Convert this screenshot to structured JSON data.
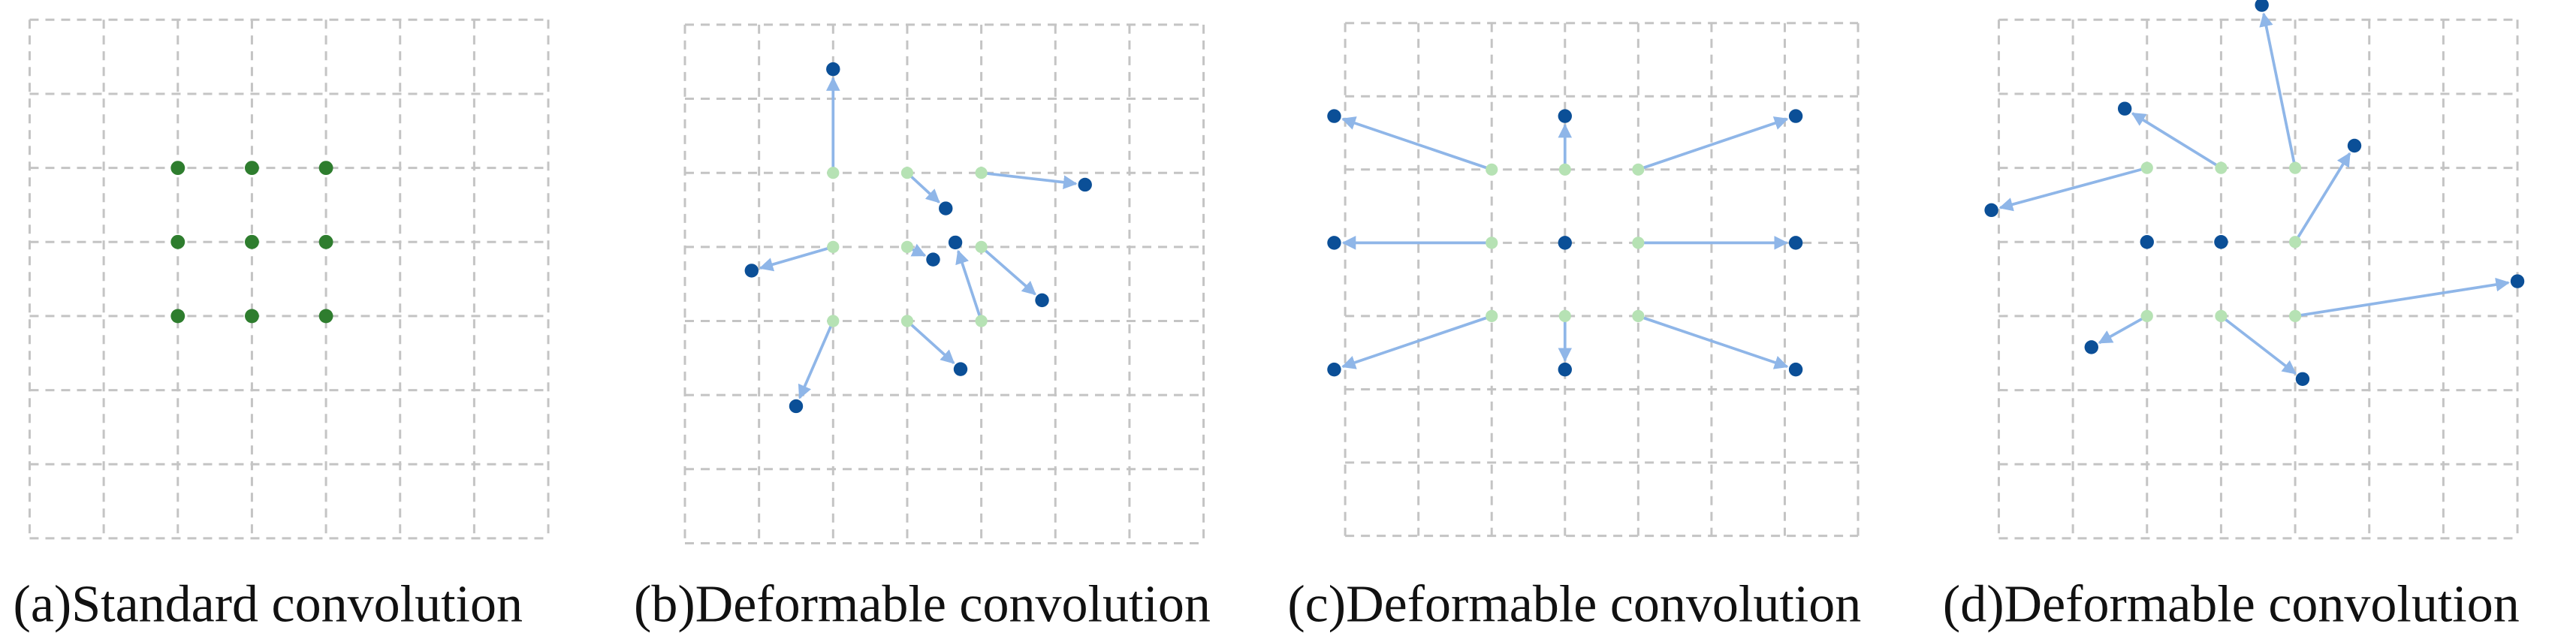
{
  "colors": {
    "grid_line": "#c4c4c4",
    "standard_point": "#2e7d2e",
    "original_point": "#b6e2b4",
    "offset_point": "#0b4f97",
    "offset_arrow": "#8fb6e8"
  },
  "grid": {
    "columns": 7,
    "rows": 7,
    "sampling_rows": [
      2,
      3,
      4
    ],
    "sampling_cols": [
      2,
      3,
      4
    ]
  },
  "panels": [
    {
      "id": "a",
      "caption": "(a)Standard convolution",
      "variant": "standard",
      "offsets": []
    },
    {
      "id": "b",
      "caption": "(b)Deformable convolution",
      "variant": "random-offsets",
      "offsets": [
        [
          0.0,
          -1.4
        ],
        [
          0.52,
          0.48
        ],
        [
          1.4,
          0.16
        ],
        [
          -1.1,
          0.32
        ],
        [
          0.35,
          0.17
        ],
        [
          0.82,
          0.72
        ],
        [
          -0.5,
          1.15
        ],
        [
          0.72,
          0.65
        ],
        [
          -0.35,
          -1.06
        ]
      ]
    },
    {
      "id": "c",
      "caption": "(c)Deformable convolution",
      "variant": "scaled-offsets",
      "offsets": [
        [
          -2.15,
          -0.73
        ],
        [
          0.0,
          -0.73
        ],
        [
          2.15,
          -0.73
        ],
        [
          -2.15,
          0.0
        ],
        [
          0.0,
          0.0
        ],
        [
          2.15,
          0.0
        ],
        [
          -2.15,
          0.73
        ],
        [
          0.0,
          0.73
        ],
        [
          2.15,
          0.73
        ]
      ]
    },
    {
      "id": "d",
      "caption": "(d)Deformable convolution",
      "variant": "rotated-offsets",
      "offsets": [
        [
          -2.1,
          0.57
        ],
        [
          -1.3,
          -0.8
        ],
        [
          -0.45,
          -2.2
        ],
        [
          0.0,
          0.0
        ],
        [
          0.0,
          0.0
        ],
        [
          0.8,
          -1.3
        ],
        [
          -0.75,
          0.42
        ],
        [
          1.1,
          0.85
        ],
        [
          3.0,
          -0.47
        ]
      ]
    }
  ]
}
